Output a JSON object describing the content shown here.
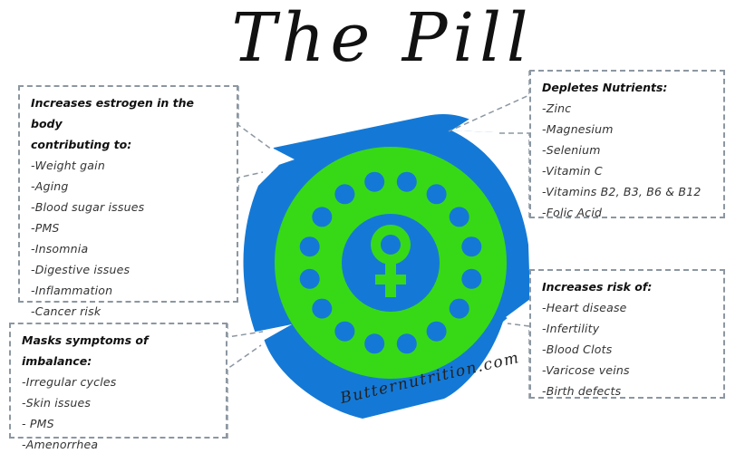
{
  "title": "The Pill",
  "watermark": "Butternutrition.com",
  "colors": {
    "outer_blue": "#1479d6",
    "ring_green": "#37d917",
    "pill_blue": "#1479d6",
    "border_gray": "#8c97a1"
  },
  "icons": {
    "center": "female-symbol-icon"
  },
  "pill_count": 16,
  "callouts": {
    "estrogen": {
      "heading_line1": "Increases estrogen in the body",
      "heading_line2": "contributing to:",
      "items": [
        "-Weight gain",
        "-Aging",
        "-Blood sugar issues",
        "-PMS",
        "-Insomnia",
        "-Digestive issues",
        "-Inflammation",
        "-Cancer risk"
      ]
    },
    "masks": {
      "heading": "Masks symptoms of imbalance:",
      "items": [
        "-Irregular cycles",
        "-Skin issues",
        "- PMS",
        "-Amenorrhea"
      ]
    },
    "nutrients": {
      "heading": "Depletes Nutrients:",
      "items": [
        "-Zinc",
        "-Magnesium",
        "-Selenium",
        "-Vitamin C",
        "-Vitamins B2, B3, B6 & B12",
        "-Folic Acid"
      ]
    },
    "risk": {
      "heading": "Increases risk of:",
      "items": [
        "-Heart disease",
        "-Infertility",
        "-Blood Clots",
        "-Varicose veins",
        "-Birth defects"
      ]
    }
  }
}
